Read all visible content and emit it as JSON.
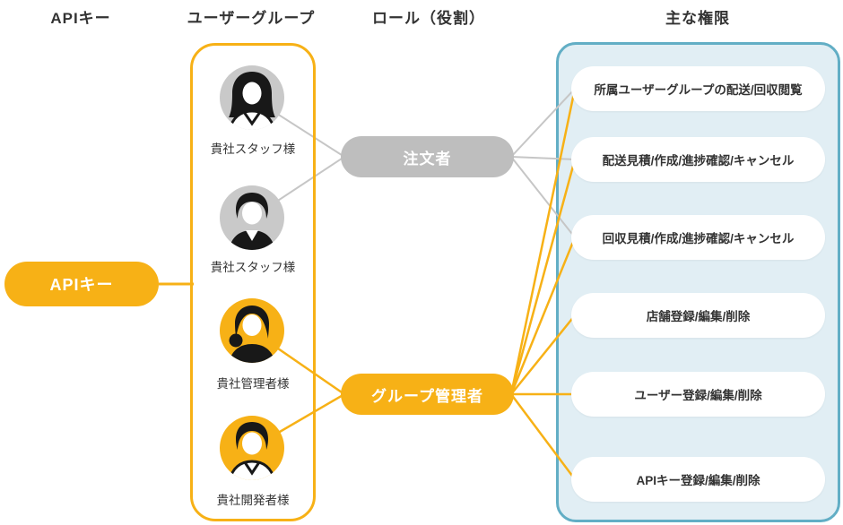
{
  "headers": {
    "api_key": "APIキー",
    "user_group": "ユーザーグループ",
    "role": "ロール（役割）",
    "permissions": "主な権限"
  },
  "api_key_node": {
    "label": "APIキー"
  },
  "user_group": {
    "members": [
      {
        "label": "貴社スタッフ様",
        "icon": "person-female-icon",
        "circle_color": "gray"
      },
      {
        "label": "貴社スタッフ様",
        "icon": "person-male-icon",
        "circle_color": "gray"
      },
      {
        "label": "貴社管理者様",
        "icon": "person-female-bun-icon",
        "circle_color": "yellow"
      },
      {
        "label": "貴社開発者様",
        "icon": "person-male-shirt-icon",
        "circle_color": "yellow"
      }
    ]
  },
  "roles": [
    {
      "label": "注文者",
      "color": "#BEBEBE"
    },
    {
      "label": "グループ管理者",
      "color": "#F7B116"
    }
  ],
  "permissions": [
    "所属ユーザーグループの配送/回収閲覧",
    "配送見積/作成/進捗確認/キャンセル",
    "回収見積/作成/進捗確認/キャンセル",
    "店舗登録/編集/削除",
    "ユーザー登録/編集/削除",
    "APIキー登録/編集/削除"
  ],
  "colors": {
    "yellow": "#F7B116",
    "gray": "#BEBEBE",
    "avatar_gray": "#C9C9C9",
    "line_gray": "#C6C6C6",
    "panel_bg": "#E1EEF4",
    "panel_border": "#62AEC5"
  }
}
